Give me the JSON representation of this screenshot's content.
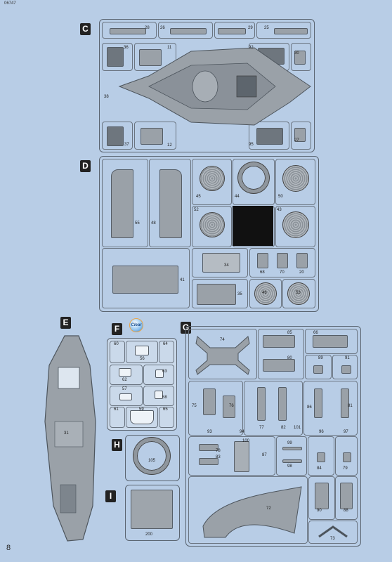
{
  "header": {
    "code": "06747"
  },
  "footer": {
    "page_number": "8"
  },
  "sprues": {
    "c": {
      "letter": "C",
      "parts": [
        "28",
        "26",
        "29",
        "25",
        "36",
        "11",
        "92",
        "30",
        "38",
        "37",
        "12",
        "95",
        "27"
      ]
    },
    "d": {
      "letter": "D",
      "parts": [
        "55",
        "48",
        "45",
        "44",
        "50",
        "52",
        "43",
        "34",
        "68",
        "70",
        "20",
        "41",
        "35",
        "46",
        "53"
      ]
    },
    "e": {
      "letter": "E",
      "parts": [
        "31"
      ]
    },
    "f": {
      "letter": "F",
      "clear_badge": "Clear",
      "parts": [
        "60",
        "56",
        "64",
        "62",
        "63",
        "57",
        "58",
        "61",
        "59",
        "65"
      ]
    },
    "g": {
      "letter": "G",
      "parts": [
        "74",
        "85",
        "66",
        "80",
        "89",
        "91",
        "75",
        "76",
        "77",
        "82",
        "101",
        "86",
        "81",
        "93",
        "94",
        "96",
        "97",
        "78",
        "83",
        "100",
        "87",
        "99",
        "98",
        "84",
        "79",
        "72",
        "90",
        "88",
        "73"
      ]
    },
    "h": {
      "letter": "H",
      "parts": [
        "105"
      ]
    },
    "i": {
      "letter": "I",
      "parts": [
        "200"
      ]
    }
  }
}
